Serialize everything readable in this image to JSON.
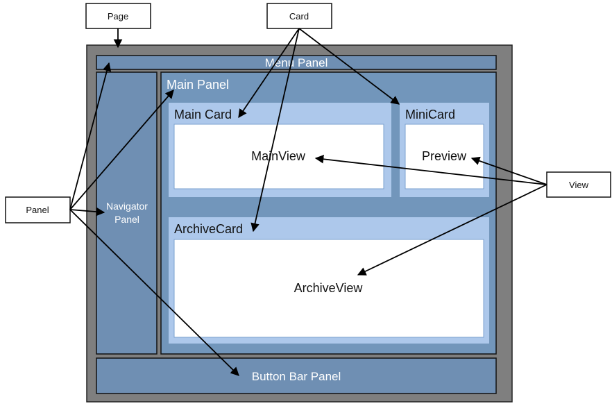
{
  "labels": {
    "page": "Page",
    "card": "Card",
    "panel": "Panel",
    "view": "View"
  },
  "panels": {
    "menu": "Menu Panel",
    "navigator_line1": "Navigator",
    "navigator_line2": "Panel",
    "main": "Main Panel",
    "button_bar": "Button Bar Panel"
  },
  "cards": {
    "main": "Main Card",
    "mini": "MiniCard",
    "archive": "ArchiveCard"
  },
  "views": {
    "main": "MainView",
    "preview": "Preview",
    "archive": "ArchiveView"
  },
  "colors": {
    "page_frame": "#7f7f7f",
    "panel": "#6f8fb3",
    "card": "#adc8eb",
    "view": "#ffffff",
    "border": "#1a1a1a"
  }
}
